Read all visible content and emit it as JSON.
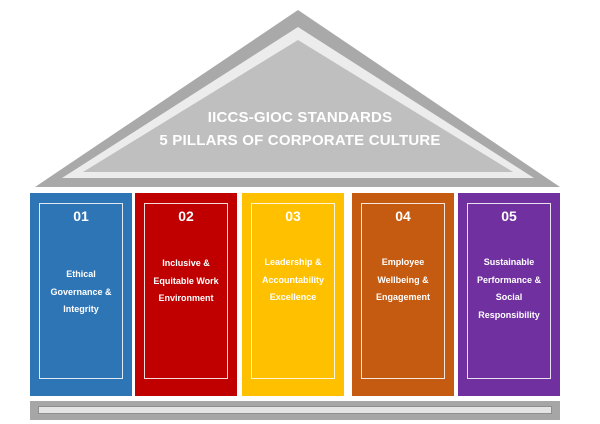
{
  "title": {
    "line1": "IICCS-GIOC STANDARDS",
    "line2": "5 PILLARS OF CORPORATE CULTURE"
  },
  "colors": {
    "roof_outer": "#a9a9a9",
    "roof_inner": "#bfbfbf",
    "roof_band": "#ececec",
    "base": "#a6a6a6"
  },
  "pillars": [
    {
      "number": "01",
      "lines": [
        "Ethical",
        "Governance &",
        "Integrity"
      ],
      "color": "#2e75b6"
    },
    {
      "number": "02",
      "lines": [
        "Inclusive &",
        "Equitable Work",
        "Environment"
      ],
      "color": "#c00000"
    },
    {
      "number": "03",
      "lines": [
        "Leadership &",
        "Accountability",
        "Excellence"
      ],
      "color": "#ffc000"
    },
    {
      "number": "04",
      "lines": [
        "Employee",
        "Wellbeing &",
        "Engagement"
      ],
      "color": "#c55a11"
    },
    {
      "number": "05",
      "lines": [
        "Sustainable",
        "Performance &",
        "Social",
        "Responsibility"
      ],
      "color": "#7030a0"
    }
  ]
}
